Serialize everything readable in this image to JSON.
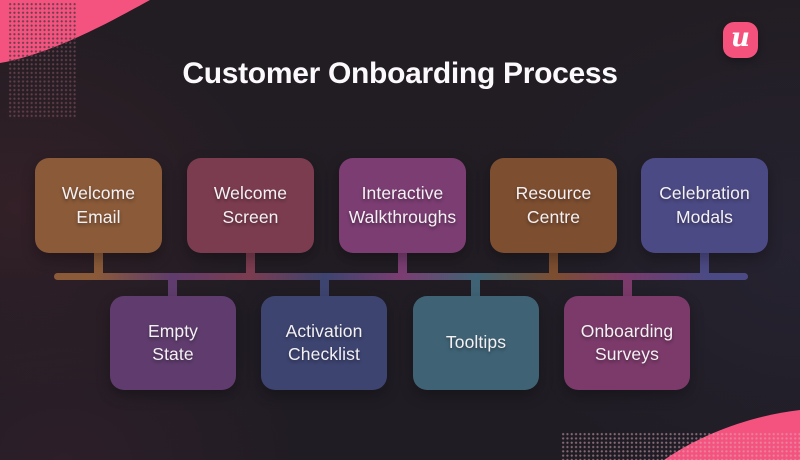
{
  "title": "Customer Onboarding Process",
  "logo": {
    "glyph": "u",
    "bg_color": "#f4527d",
    "fg_color": "#ffffff"
  },
  "decor": {
    "blob_color": "#f5537f"
  },
  "timeline": {
    "bar_colors": [
      "#8a5a39",
      "#5f3c6d",
      "#7b3c4f",
      "#3d4470",
      "#7b3d72",
      "#3f6375",
      "#7d4e30",
      "#7b3a6a",
      "#4c4a84"
    ],
    "top_row": [
      {
        "label": "Welcome\nEmail",
        "color": "#8a5a39"
      },
      {
        "label": "Welcome\nScreen",
        "color": "#7b3c4f"
      },
      {
        "label": "Interactive\nWalkthroughs",
        "color": "#7b3d72"
      },
      {
        "label": "Resource\nCentre",
        "color": "#7d4e30"
      },
      {
        "label": "Celebration\nModals",
        "color": "#4c4a84"
      }
    ],
    "bottom_row": [
      {
        "label": "Empty\nState",
        "color": "#5f3c6d"
      },
      {
        "label": "Activation\nChecklist",
        "color": "#3d4470"
      },
      {
        "label": "Tooltips",
        "color": "#3f6375"
      },
      {
        "label": "Onboarding\nSurveys",
        "color": "#7b3a6a"
      }
    ]
  }
}
